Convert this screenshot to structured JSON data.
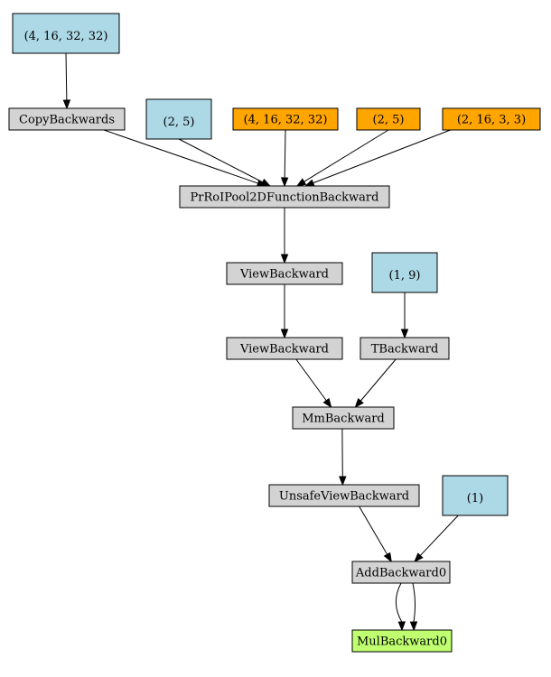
{
  "colors": {
    "leaf": "#add8e6",
    "param": "#ffa500",
    "op": "#d3d3d3",
    "output": "#c0ff70"
  },
  "nodes": [
    {
      "id": "in_top",
      "label": "(4, 16, 32, 32)",
      "kind": "leaf"
    },
    {
      "id": "copy",
      "label": "CopyBackwards",
      "kind": "op"
    },
    {
      "id": "rois",
      "label": "(2, 5)",
      "kind": "leaf"
    },
    {
      "id": "p1",
      "label": "(4, 16, 32, 32)",
      "kind": "param"
    },
    {
      "id": "p2",
      "label": "(2, 5)",
      "kind": "param"
    },
    {
      "id": "p3",
      "label": "(2, 16, 3, 3)",
      "kind": "param"
    },
    {
      "id": "prroi",
      "label": "PrRoIPool2DFunctionBackward",
      "kind": "op"
    },
    {
      "id": "view1",
      "label": "ViewBackward",
      "kind": "op"
    },
    {
      "id": "w",
      "label": "(1, 9)",
      "kind": "leaf"
    },
    {
      "id": "view2",
      "label": "ViewBackward",
      "kind": "op"
    },
    {
      "id": "tb",
      "label": "TBackward",
      "kind": "op"
    },
    {
      "id": "mm",
      "label": "MmBackward",
      "kind": "op"
    },
    {
      "id": "uv",
      "label": "UnsafeViewBackward",
      "kind": "op"
    },
    {
      "id": "b",
      "label": "(1)",
      "kind": "leaf"
    },
    {
      "id": "add",
      "label": "AddBackward0",
      "kind": "op"
    },
    {
      "id": "mul",
      "label": "MulBackward0",
      "kind": "output"
    }
  ],
  "edges": [
    {
      "from": "in_top",
      "to": "copy"
    },
    {
      "from": "copy",
      "to": "prroi"
    },
    {
      "from": "rois",
      "to": "prroi"
    },
    {
      "from": "p1",
      "to": "prroi"
    },
    {
      "from": "p2",
      "to": "prroi"
    },
    {
      "from": "p3",
      "to": "prroi"
    },
    {
      "from": "prroi",
      "to": "view1"
    },
    {
      "from": "view1",
      "to": "view2"
    },
    {
      "from": "w",
      "to": "tb"
    },
    {
      "from": "view2",
      "to": "mm"
    },
    {
      "from": "tb",
      "to": "mm"
    },
    {
      "from": "mm",
      "to": "uv"
    },
    {
      "from": "uv",
      "to": "add"
    },
    {
      "from": "b",
      "to": "add"
    },
    {
      "from": "add",
      "to": "mul"
    },
    {
      "from": "add",
      "to": "mul"
    }
  ]
}
